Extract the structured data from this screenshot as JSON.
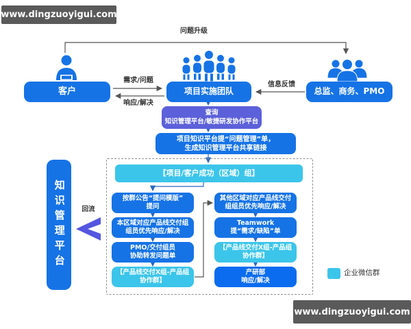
{
  "watermarks": {
    "top": "www.dingzuoyigui.com",
    "bottom": "www.dingzuoyigui.com"
  },
  "colors": {
    "primary_blue": "#1673e6",
    "bright_blue": "#0b6cf0",
    "cyan": "#3cc5ea",
    "purple_box": "#5c60da",
    "backflow_arrow": "#5456e0",
    "line_gray": "#555555",
    "arrow_blue": "#2b66c4",
    "watermark_bg": "#5a5a5a"
  },
  "icons": {
    "customer": "person-at-laptop-icon",
    "team": "people-group-icon",
    "director": "people-trio-icon"
  },
  "top_flow": {
    "escalation_label": "问题升级",
    "customer": "客户",
    "impl_team": "项目实施团队",
    "director": "总监、商务、PMO",
    "demand_label": "需求/问题",
    "response_label": "响应/解决",
    "feedback_label": "信息反馈"
  },
  "middle_flow": {
    "query_line1": "查询",
    "query_line2": "知识管理平台/敏捷研发协作平台",
    "ticket_line1": "项目知识平台提“问题管理”单，",
    "ticket_line2": "生成知识管理平台共享链接"
  },
  "km_platform": {
    "label": "知识管理平台",
    "backflow_label": "回流"
  },
  "group_flow": {
    "header": "【项目/客户成功（区域）组】",
    "left_column": [
      {
        "line1": "按群公告“提问模版”",
        "line2": "提问",
        "style": "blue"
      },
      {
        "line1": "本区域对应产品线交付组",
        "line2": "组员优先响应/解决",
        "style": "blue"
      },
      {
        "line1": "PMO/交付组员",
        "line2": "协助转发问题单",
        "style": "blue"
      },
      {
        "line1": "【产品线交付X组-产品组",
        "line2": "协作群】",
        "style": "cyan"
      }
    ],
    "right_column": [
      {
        "line1": "其他区域对应产品线交付",
        "line2": "组组员优先响应/解决",
        "style": "blue"
      },
      {
        "line1": "Teamwork",
        "line2": "提“需求/缺陷”单",
        "style": "blue"
      },
      {
        "line1": "【产品线交付X组-产品组",
        "line2": "协作群】",
        "style": "cyan"
      },
      {
        "line1": "产研部",
        "line2": "响应/解决",
        "style": "bright"
      }
    ]
  },
  "legend": {
    "label": "企业微信群"
  }
}
